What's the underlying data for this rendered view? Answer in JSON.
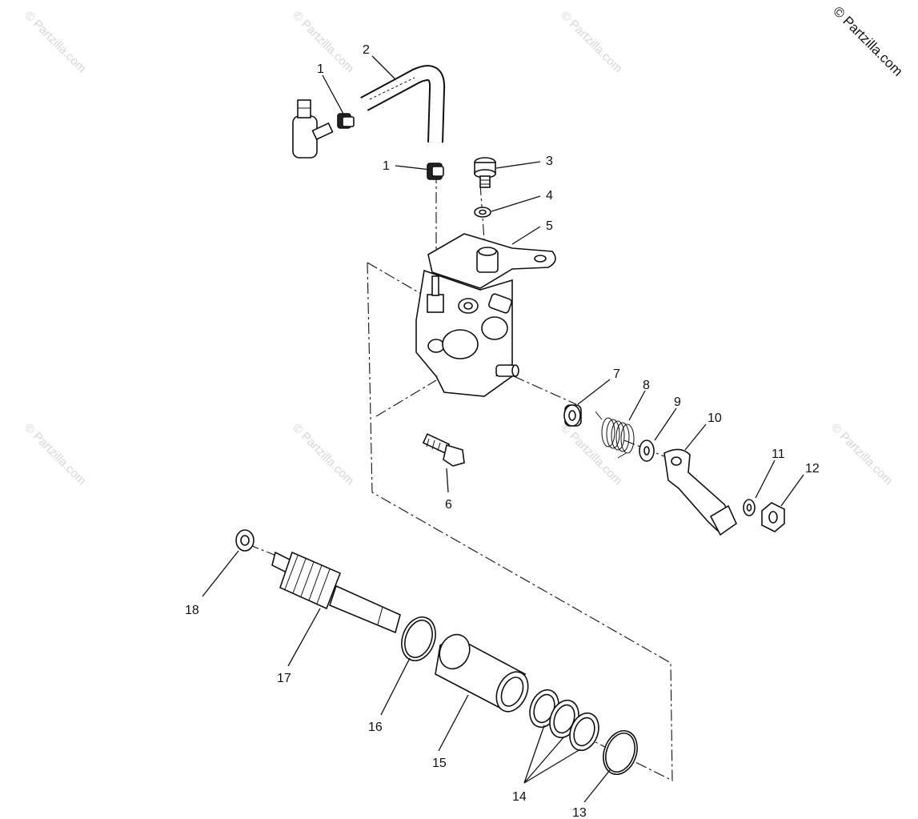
{
  "copyright": "© Partzilla.com",
  "watermark": "© Partzilla.com",
  "callouts": [
    "1",
    "1",
    "2",
    "3",
    "4",
    "5",
    "6",
    "7",
    "8",
    "9",
    "10",
    "11",
    "12",
    "13",
    "14",
    "15",
    "16",
    "17",
    "18"
  ],
  "icons": [
    "oil-pump-housing",
    "hose",
    "hose-clamp",
    "bleed-screw",
    "washer",
    "mount-bracket",
    "bolt",
    "bushing",
    "spring",
    "lever-arm",
    "nut",
    "o-ring",
    "shim",
    "pump-cup",
    "drive-gear",
    "thrust-washer"
  ]
}
